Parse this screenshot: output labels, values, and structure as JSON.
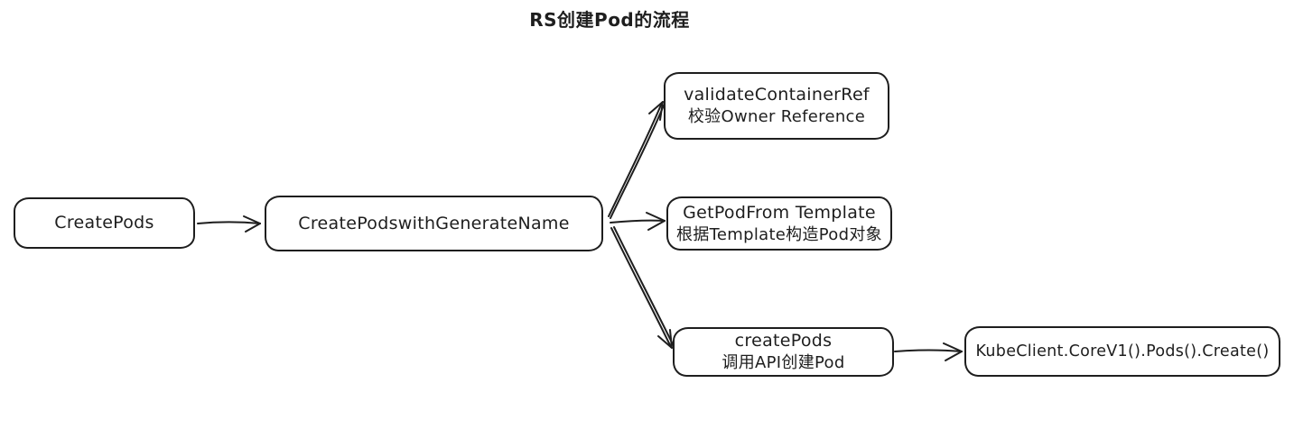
{
  "title": "RS创建Pod的流程",
  "colors": {
    "stroke": "#1e1e1e",
    "background": "#ffffff"
  },
  "diagram": {
    "nodes": {
      "create_pods": {
        "line1": "CreatePods"
      },
      "create_pods_with_generate_name": {
        "line1": "CreatePodswithGenerateName"
      },
      "validate_container_ref": {
        "line1": "validateContainerRef",
        "line2": "校验Owner Reference"
      },
      "get_pod_from_template": {
        "line1": "GetPodFrom Template",
        "line2": "根据Template构造Pod对象"
      },
      "create_pods_api": {
        "line1": "createPods",
        "line2": "调用API创建Pod"
      },
      "kube_client_create": {
        "line1": "KubeClient.CoreV1().Pods().Create()"
      }
    },
    "edges": [
      {
        "from": "CreatePods",
        "to": "CreatePodswithGenerateName"
      },
      {
        "from": "CreatePodswithGenerateName",
        "to": "validateContainerRef 校验Owner Reference"
      },
      {
        "from": "CreatePodswithGenerateName",
        "to": "GetPodFrom Template 根据Template构造Pod对象"
      },
      {
        "from": "CreatePodswithGenerateName",
        "to": "createPods 调用API创建Pod"
      },
      {
        "from": "createPods 调用API创建Pod",
        "to": "KubeClient.CoreV1().Pods().Create()"
      }
    ]
  }
}
